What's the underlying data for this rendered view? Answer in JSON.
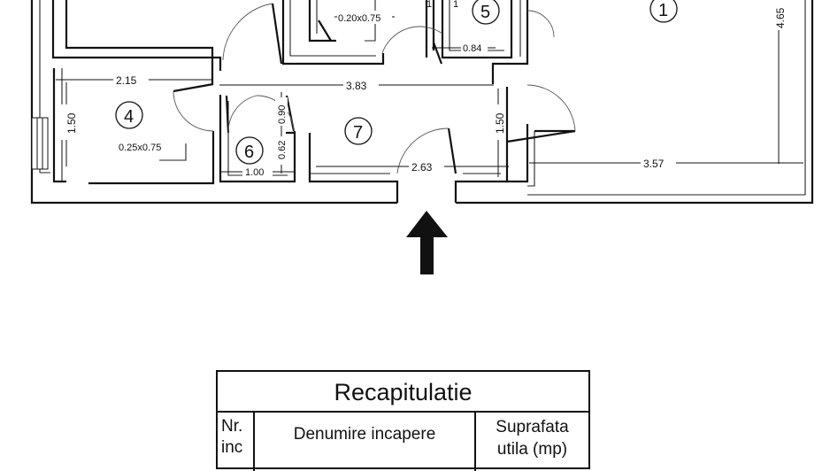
{
  "floor_plan": {
    "dimensions": {
      "d_215": "2.15",
      "d_383": "3.83",
      "d_150_left": "1.50",
      "d_150_mid": "1.50",
      "d_090": "0.90",
      "d_062": "0.62",
      "d_100": "1.00",
      "d_263": "2.63",
      "d_357": "3.57",
      "d_465": "4.65",
      "d_084": "0.84",
      "d_1a": "1",
      "d_1b": "1"
    },
    "notes": {
      "window_top": "0.20x0.75",
      "window_room4": "0.25x0.75"
    },
    "rooms": [
      "1",
      "4",
      "5",
      "6",
      "7"
    ]
  },
  "recap": {
    "title": "Recapitulatie",
    "col_nr": "Nr. inc",
    "col_nr_line1": "Nr.",
    "col_nr_line2": "inc",
    "col_name": "Denumire incapere",
    "col_area": "Suprafata utila (mp)",
    "col_area_line1": "Suprafata",
    "col_area_line2": "utila (mp)"
  }
}
